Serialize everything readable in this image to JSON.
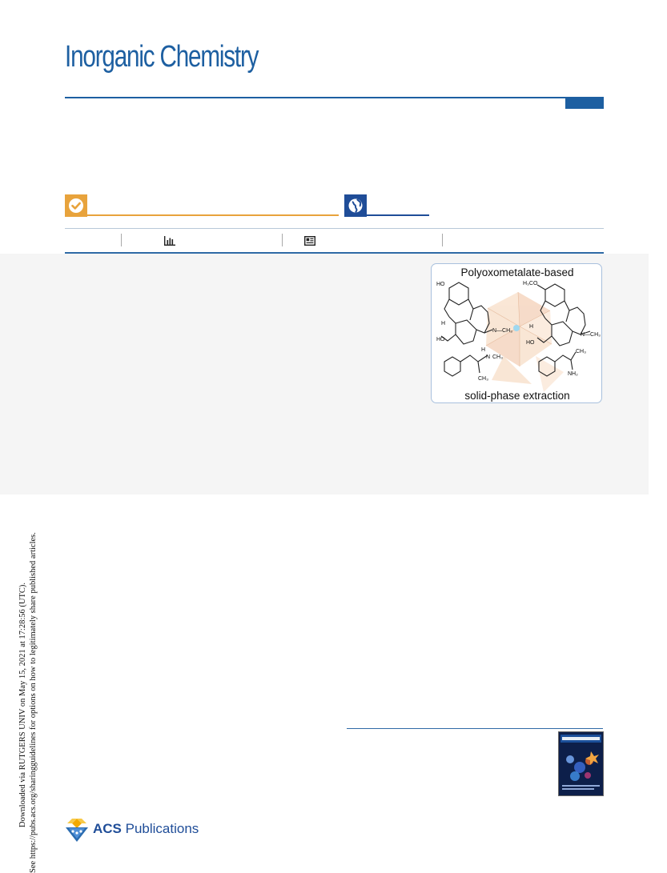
{
  "journal": {
    "title": "Inorganic Chemistry"
  },
  "badges": {
    "open_access_icon": "check-circle-icon",
    "globe_icon": "globe-icon"
  },
  "metrics": {
    "chart_icon": "bar-chart-icon",
    "article_icon": "article-icon"
  },
  "toc_graphic": {
    "title": "Polyoxometalate-based",
    "caption": "solid-phase extraction",
    "labels": {
      "ho_top": "HO",
      "h3co": "H₃CO",
      "ho_left": "HO",
      "ho_right": "HO",
      "h_left": "H",
      "h_right": "H",
      "n_ch3_left": "N—CH₃",
      "n_ch3_right": "N—CH₃",
      "n_h": "H",
      "n_atom": "N",
      "ch3_mid": "CH₃",
      "ch3_bottom": "CH₃",
      "ch3_right": "CH₃",
      "nh2": "NH₂"
    }
  },
  "side_note": {
    "line1": "Downloaded via RUTGERS UNIV on May 15, 2021 at 17:28:56 (UTC).",
    "line2": "See https://pubs.acs.org/sharingguidelines for options on how to legitimately share published articles."
  },
  "publisher": {
    "name_bold": "ACS",
    "name_rest": " Publications"
  },
  "colors": {
    "brand_blue": "#1d5fa1",
    "open_access_orange": "#e8a33c",
    "globe_blue": "#1f4d98",
    "panel_gray": "#f5f5f5"
  }
}
